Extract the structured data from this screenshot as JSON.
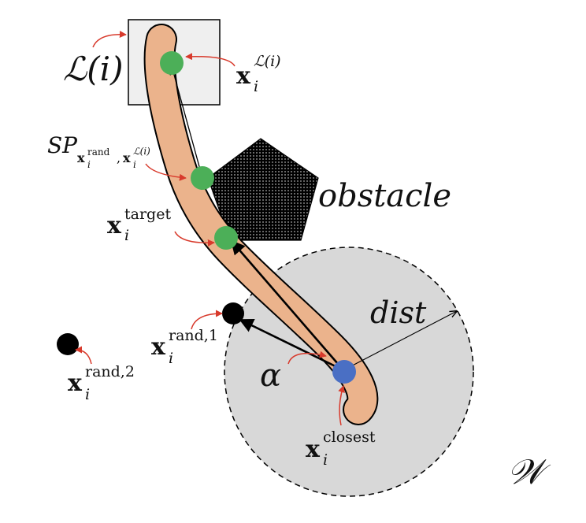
{
  "labels": {
    "region": "ℒ(i)",
    "obstacle": "obstacle",
    "dist": "dist",
    "alpha": "α",
    "workspace": "𝒲",
    "sp_main": "SP",
    "sp_sub_a": "x",
    "sp_sub_a_sub": "i",
    "sp_sub_a_sup": "rand",
    "sp_sub_sep": ",",
    "sp_sub_b": "x",
    "sp_sub_b_sub": "i",
    "sp_sub_b_sup": "ℒ(i)",
    "x_region": "x",
    "x_region_sub": "i",
    "x_region_sup": "ℒ(i)",
    "x_target": "x",
    "x_target_sub": "i",
    "x_target_sup": "target",
    "x_rand1": "x",
    "x_rand1_sub": "i",
    "x_rand1_sup": "rand,1",
    "x_rand2": "x",
    "x_rand2_sub": "i",
    "x_rand2_sup": "rand,2",
    "x_closest": "x",
    "x_closest_sub": "i",
    "x_closest_sup": "closest"
  },
  "colors": {
    "path_band": "#ebb38c",
    "green_node": "#4caf58",
    "blue_node": "#4a6fc4",
    "black_node": "#000000",
    "circle_fill": "#d8d8d8",
    "region_fill": "#efefef",
    "annotation_arrow": "#d83a2c",
    "obstacle_fill": "#000000"
  }
}
